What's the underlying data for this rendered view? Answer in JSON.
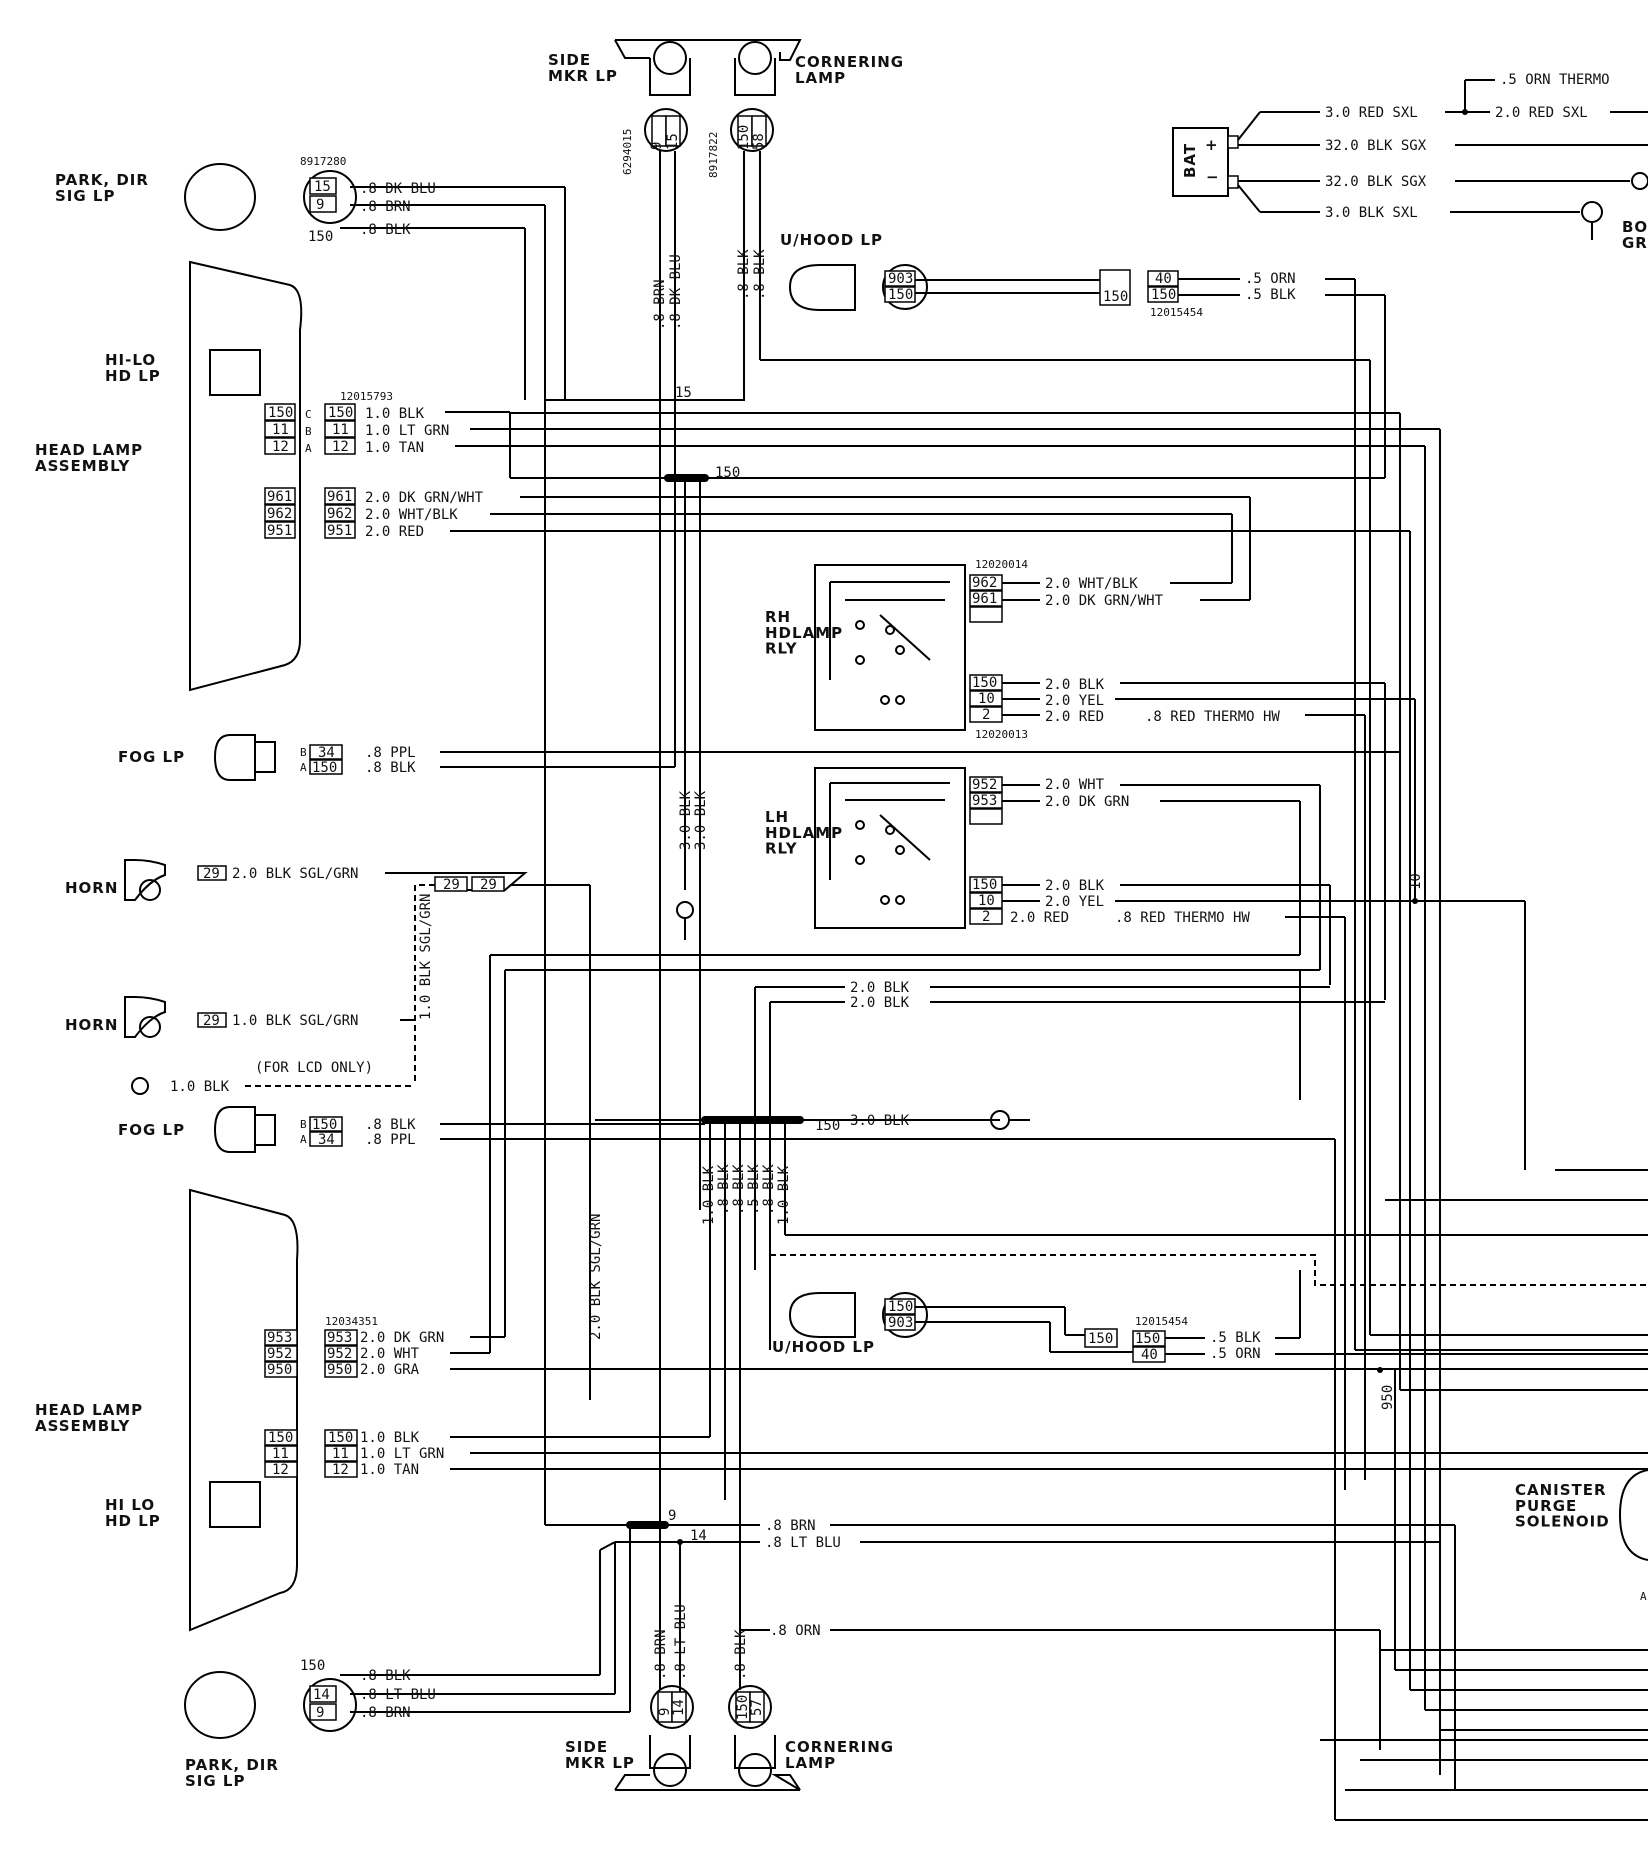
{
  "components": {
    "side_mkr_top": "SIDE\nMKR LP",
    "cornering_top": "CORNERING\nLAMP",
    "park_top": "PARK, DIR\nSIG LP",
    "hilo_top": "HI-LO\nHD LP",
    "head_lamp_assy_top": "HEAD LAMP\nASSEMBLY",
    "fog_top": "FOG LP",
    "horn_1": "HORN",
    "horn_2": "HORN",
    "fog_bottom": "FOG LP",
    "head_lamp_assy_bottom": "HEAD LAMP\nASSEMBLY",
    "hilo_bottom": "HI LO\nHD LP",
    "park_bottom": "PARK, DIR\nSIG LP",
    "side_mkr_bottom": "SIDE\nMKR LP",
    "cornering_bottom": "CORNERING\nLAMP",
    "uhood_top": "U/HOOD LP",
    "uhood_bottom": "U/HOOD LP",
    "rh_relay": "RH\nHDLAMP\nRLY",
    "lh_relay": "LH\nHDLAMP\nRLY",
    "battery": "BAT",
    "canister": "CANISTER\nPURGE\nSOLENOID",
    "for_lcd": "(FOR LCD ONLY)",
    "battery_pos": "+",
    "battery_neg": "−",
    "body_gnd_partial": "BO\nGR",
    "canister_partial": "A"
  },
  "part_numbers": {
    "p8917280": "8917280",
    "p6294015": "6294015",
    "p8917822": "8917822",
    "p12015793": "12015793",
    "p12015454_top": "12015454",
    "p12020014": "12020014",
    "p12020013": "12020013",
    "p12034351": "12034351",
    "p12015454_bottom": "12015454"
  },
  "wires": {
    "park_top_1": ".8 DK BLU",
    "park_top_2": ".8 BRN",
    "park_top_3": ".8 BLK",
    "side_top_1": ".8 BRN",
    "side_top_2": ".8 DK BLU",
    "corner_top_1": ".8 BLK",
    "corner_top_2": ".8 BLK",
    "hd_top_c": "1.0 BLK",
    "hd_top_b": "1.0 LT GRN",
    "hd_top_a": "1.0 TAN",
    "hd_top_961": "2.0 DK GRN/WHT",
    "hd_top_962": "2.0 WHT/BLK",
    "hd_top_951": "2.0 RED",
    "rh_a": "2.0 WHT/BLK",
    "rh_b": "2.0 DK GRN/WHT",
    "rh_c2": "2.0 BLK",
    "rh_b2": "2.0 YEL",
    "rh_a2": "2.0 RED",
    "rh_thermo": ".8 RED THERMO HW",
    "lh_a": "2.0 WHT",
    "lh_b": "2.0 DK GRN",
    "lh_c2": "2.0 BLK",
    "lh_b2": "2.0 YEL",
    "lh_a2": "2.0 RED",
    "lh_thermo": ".8 RED THERMO HW",
    "fog_top_b": ".8 PPL",
    "fog_top_a": ".8 BLK",
    "horn1": "2.0 BLK SGL/GRN",
    "horn2": "1.0 BLK SGL/GRN",
    "lcd": "1.0 BLK",
    "horn_vert": "1.0 BLK SGL/GRN",
    "g1_vert_a": "3.0 BLK",
    "g1_vert_b": "3.0 BLK",
    "mid_blk_1": "2.0 BLK",
    "mid_blk_2": "2.0 BLK",
    "gnd2": "3.0 BLK",
    "fog_bot_b": ".8 BLK",
    "fog_bot_a": ".8 PPL",
    "fan_1": "1.0 BLK",
    "fan_2": ".8 BLK",
    "fan_3": ".8 BLK",
    "fan_4": ".5 BLK",
    "fan_5": ".8 BLK",
    "fan_6": "1.0 BLK",
    "horn_sgl_vert": "2.0 BLK SGL/GRN",
    "hd_bot_953": "2.0 DK GRN",
    "hd_bot_952": "2.0 WHT",
    "hd_bot_950": "2.0 GRA",
    "hd_bot_c": "1.0 BLK",
    "hd_bot_b": "1.0 LT GRN",
    "hd_bot_a": "1.0 TAN",
    "uhood_top_1": ".5 ORN",
    "uhood_top_2": ".5 BLK",
    "uhood_bot_1": ".5 BLK",
    "uhood_bot_2": ".5 ORN",
    "bot_brn": ".8 BRN",
    "bot_ltblu": ".8 LT BLU",
    "bot_orn": ".8 ORN",
    "side_bot_1": ".8 BRN",
    "side_bot_2": ".8 LT BLU",
    "corner_bot": ".8 BLK",
    "park_bot_1": ".8 BLK",
    "park_bot_2": ".8 LT BLU",
    "park_bot_3": ".8 BRN",
    "bat_1": "3.0 RED SXL",
    "bat_2": "2.0 RED SXL",
    "bat_thermo": ".5 ORN THERMO",
    "bat_3": "32.0 BLK SGX",
    "bat_4": "32.0 BLK SGX",
    "bat_5": "3.0 BLK SXL"
  },
  "circuits": {
    "c15a": "15",
    "c9a": "9",
    "c150a": "150",
    "c58": "58",
    "c150_top_side": "150",
    "c15_bus": "15",
    "c150_bus": "150",
    "c150_gnd": "150",
    "c10_vert": "10",
    "c950_vert": "950",
    "c9_bus": "9",
    "c14_bus": "14",
    "c150_park_bot": "150",
    "c14": "14",
    "c9b": "9",
    "c150b": "150",
    "c57": "57",
    "uh_903": "903",
    "uh_150": "150",
    "uh_150b": "150",
    "uh_40": "40",
    "uh_150c": "150",
    "uh2_150": "150",
    "uh2_903": "903",
    "uh2_150b": "150",
    "uh2_150c": "150",
    "uh2_40": "40",
    "pk_15": "15",
    "pk_9": "9",
    "pk_150": "150",
    "hd_150": "150",
    "hd_11": "11",
    "hd_12": "12",
    "hd_961": "961",
    "hd_962": "962",
    "hd_951": "951",
    "rh_962": "962",
    "rh_961": "961",
    "rh_150": "150",
    "rh_10": "10",
    "rh_2": "2",
    "lh_952": "952",
    "lh_953": "953",
    "lh_150": "150",
    "lh_10": "10",
    "lh_2": "2",
    "fog_34": "34",
    "fog_150": "150",
    "horn_29": "29",
    "horn_29b": "29",
    "horn_29c": "29",
    "horn2_29": "29",
    "fog2_150": "150",
    "fog2_34": "34",
    "hb_953": "953",
    "hb_952": "952",
    "hb_950": "950",
    "hb_150": "150",
    "hb_11": "11",
    "hb_12": "12"
  },
  "pins": {
    "a": "A",
    "b": "B",
    "c": "C"
  }
}
